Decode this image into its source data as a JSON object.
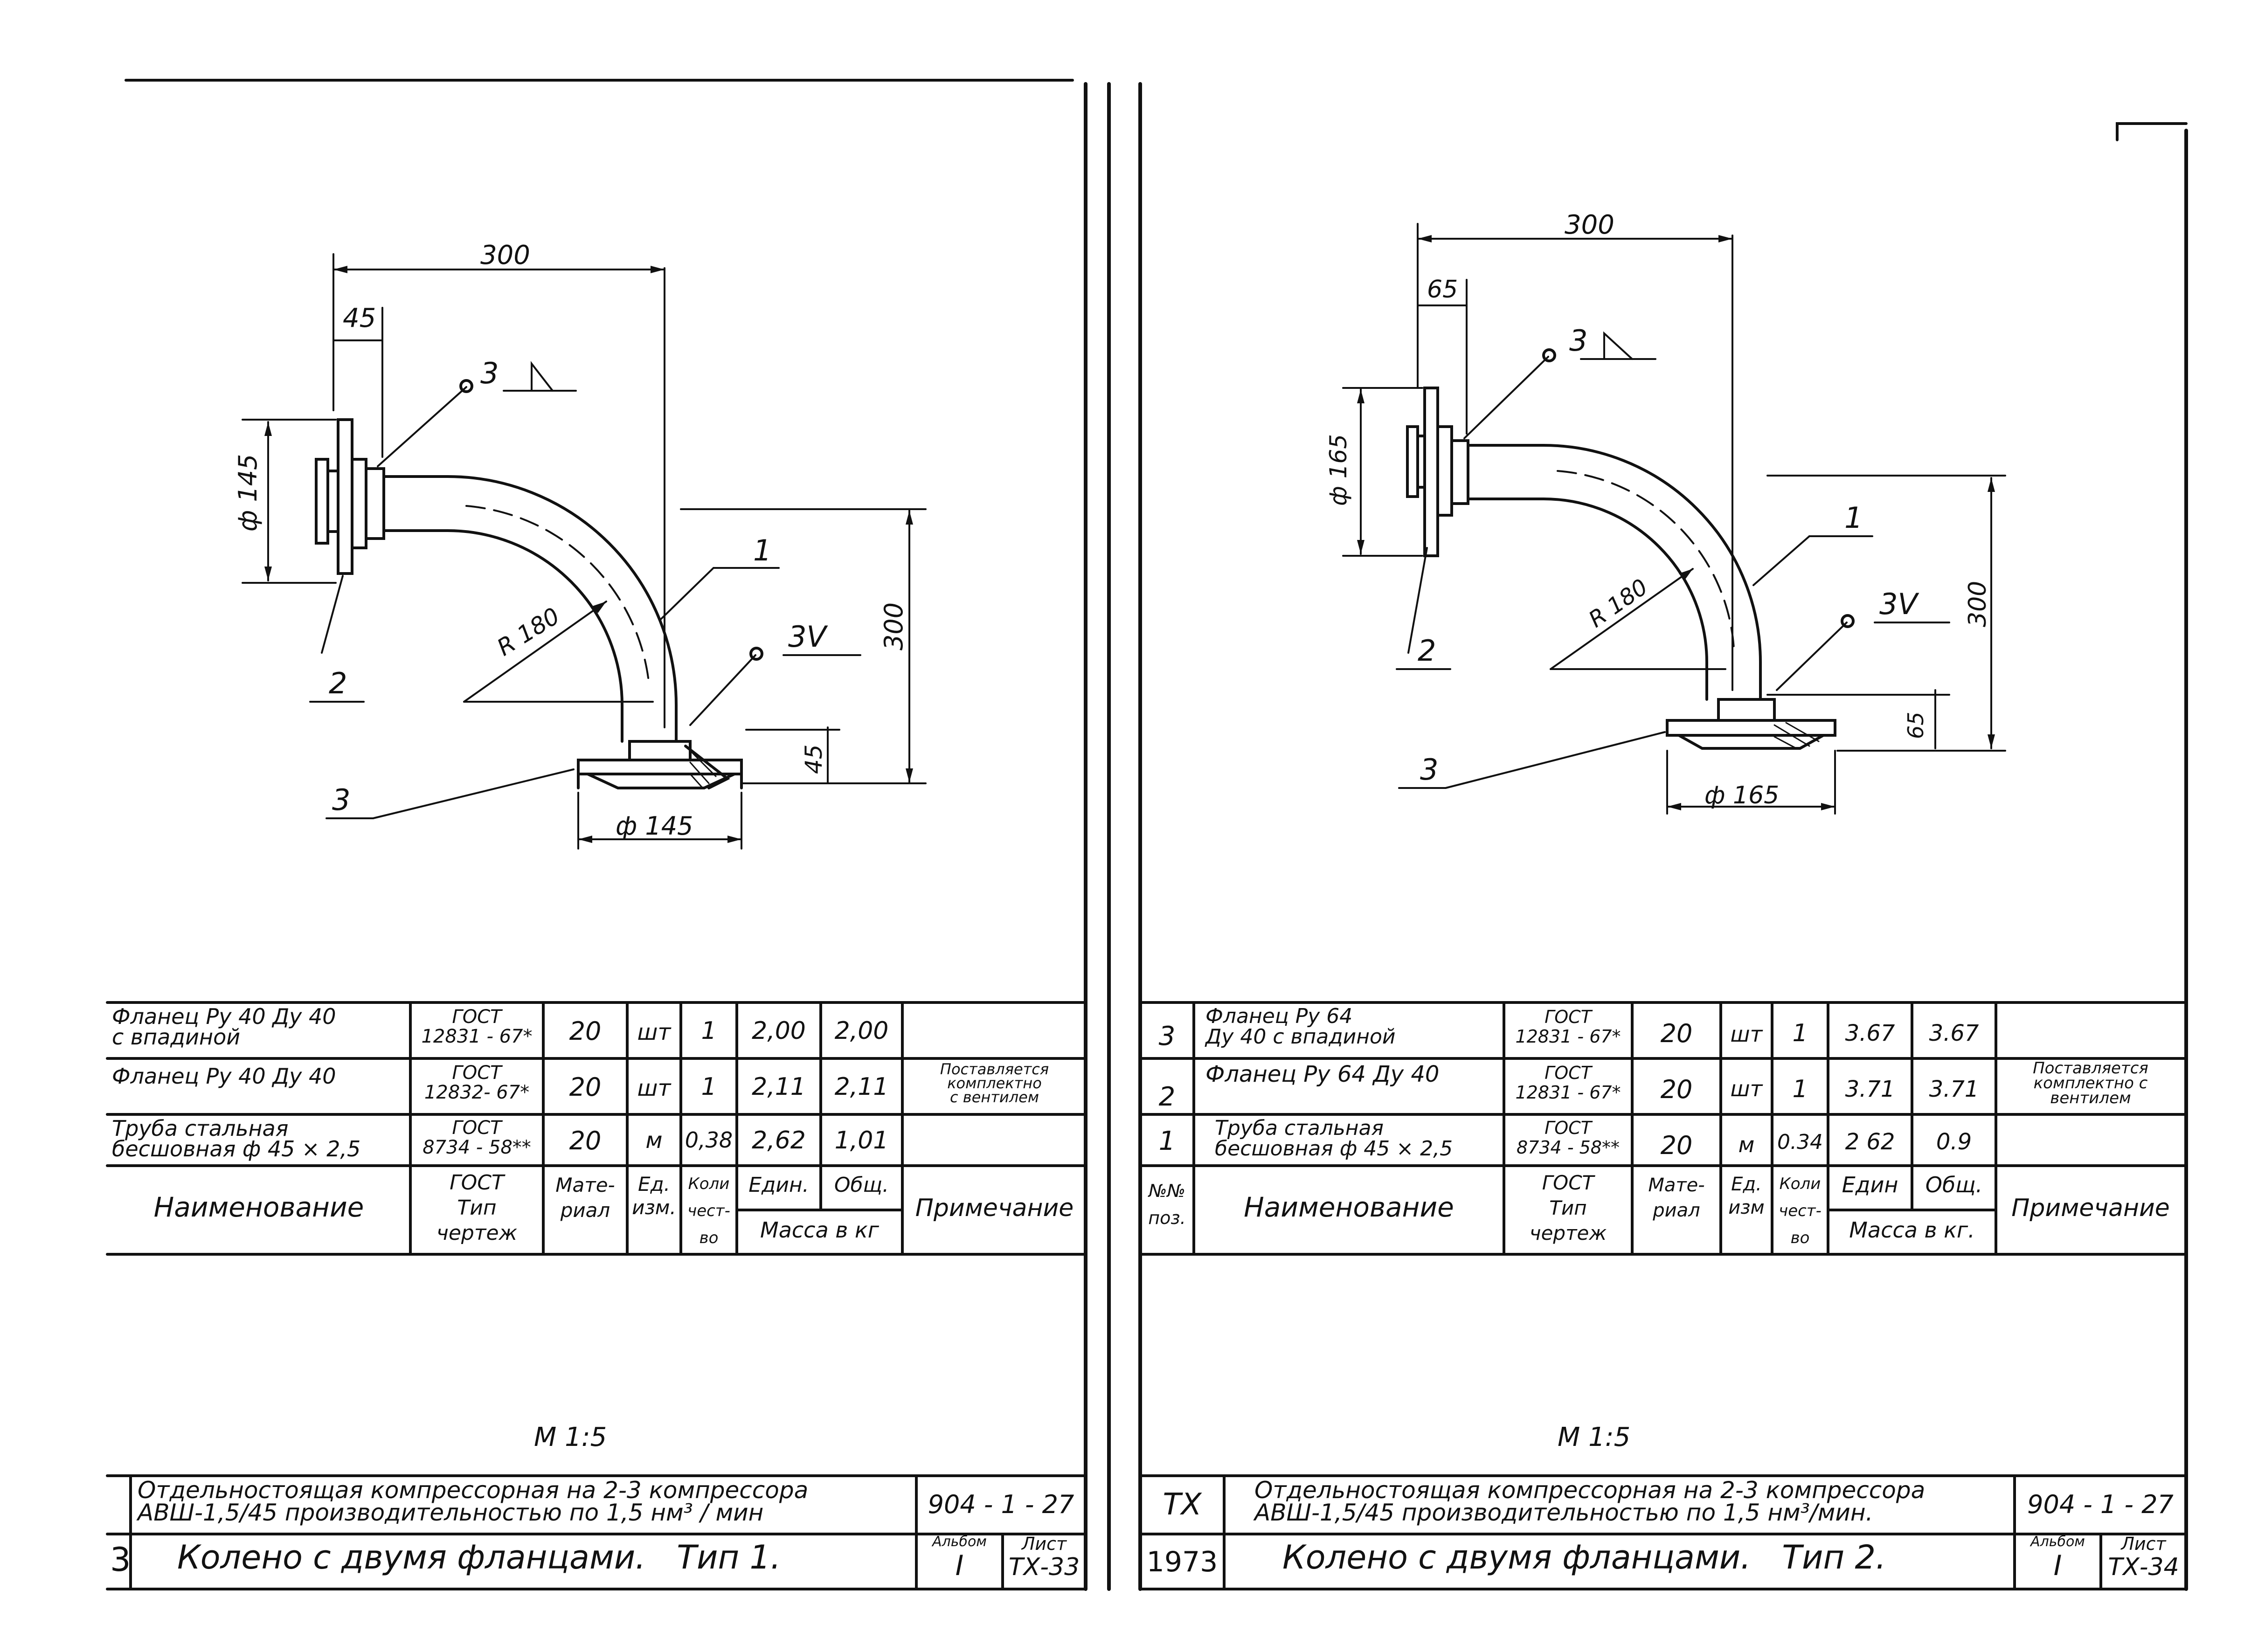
{
  "left": {
    "dims": {
      "width_300": "300",
      "offset_45": "45",
      "dia_flange_left": "ф 145",
      "dia_flange_bottom": "ф 145",
      "radius": "R 180",
      "height_300": "300",
      "height_45": "45",
      "weld_top": "3",
      "weld_right": "3V",
      "leader_1": "1",
      "leader_2": "2",
      "leader_3": "3"
    },
    "table": {
      "rows": [
        {
          "name": "Фланец Ру 40 Ду 40\nс впадиной",
          "gost": "ГОСТ\n12831 - 67*",
          "material": "20",
          "unit": "шт",
          "qty": "1",
          "unit_mass": "2,00",
          "total": "2,00",
          "note": ""
        },
        {
          "name": "Фланец Ру 40 Ду 40",
          "gost": "ГОСТ\n12832- 67*",
          "material": "20",
          "unit": "шт",
          "qty": "1",
          "unit_mass": "2,11",
          "total": "2,11",
          "note": "Поставляется\nкомплектно\nс вентилем"
        },
        {
          "name": "Труба стальная\nбесшовная ф 45 × 2,5",
          "gost": "ГОСТ\n8734 - 58**",
          "material": "20",
          "unit": "м",
          "qty": "0,38",
          "unit_mass": "2,62",
          "total": "1,01",
          "note": ""
        }
      ],
      "header": {
        "name": "Наименование",
        "gost": "ГОСТ\nТип\nчертеж",
        "material": "Мате-\nриал",
        "unit": "Ед.\nизм.",
        "qty": "Коли\nчест-\nво",
        "unit_mass": "Един.",
        "total": "Общ.",
        "mass": "Масса в кг",
        "note": "Примечание"
      }
    },
    "scale": "М 1:5",
    "title_block": {
      "project": "Отдельностоящая компрессорная на 2-3 компрессора\nАВШ-1,5/45 производительностью по 1,5 нм³ / мин",
      "code": "904 - 1 - 27",
      "left_cell": "3",
      "drawing_title": "Колено с двумя фланцами.   Тип 1.",
      "album_label": "Альбом",
      "album_value": "I",
      "sheet_label": "Лист",
      "sheet_value": "ТХ-33"
    }
  },
  "right": {
    "dims": {
      "width_300": "300",
      "offset_65": "65",
      "dia_flange_left": "ф 165",
      "dia_flange_bottom": "ф 165",
      "radius": "R 180",
      "height_300": "300",
      "height_65": "65",
      "weld_top": "3",
      "weld_right": "3V",
      "leader_1": "1",
      "leader_2": "2",
      "leader_3": "3"
    },
    "table": {
      "rows": [
        {
          "pos": "3",
          "name": "Фланец Ру 64\nДу 40 с впадиной",
          "gost": "ГОСТ\n12831 - 67*",
          "material": "20",
          "unit": "шт",
          "qty": "1",
          "unit_mass": "3.67",
          "total": "3.67",
          "note": ""
        },
        {
          "pos": "2",
          "name": "Фланец Ру 64 Ду 40",
          "gost": "ГОСТ\n12831 - 67*",
          "material": "20",
          "unit": "шт",
          "qty": "1",
          "unit_mass": "3.71",
          "total": "3.71",
          "note": "Поставляется\nкомплектно с\nвентилем"
        },
        {
          "pos": "1",
          "name": "Труба стальная\nбесшовная ф 45 × 2,5",
          "gost": "ГОСТ\n8734 - 58**",
          "material": "20",
          "unit": "м",
          "qty": "0.34",
          "unit_mass": "2 62",
          "total": "0.9",
          "note": ""
        }
      ],
      "header": {
        "pos": "№№\nпоз.",
        "name": "Наименование",
        "gost": "ГОСТ\nТип\nчертеж",
        "material": "Мате-\nриал",
        "unit": "Ед.\nизм",
        "qty": "Коли\nчест-\nво",
        "unit_mass": "Един",
        "total": "Общ.",
        "mass": "Масса в кг.",
        "note": "Примечание"
      }
    },
    "scale": "М 1:5",
    "title_block": {
      "tx": "ТХ",
      "project": "Отдельностоящая компрессорная на 2-3 компрессора\nАВШ-1,5/45 производительностью по 1,5 нм³/мин.",
      "code": "904 - 1 - 27",
      "year": "1973",
      "drawing_title": "Колено с двумя фланцами.   Тип 2.",
      "album_label": "Альбом",
      "album_value": "I",
      "sheet_label": "Лист",
      "sheet_value": "ТХ-34"
    }
  }
}
